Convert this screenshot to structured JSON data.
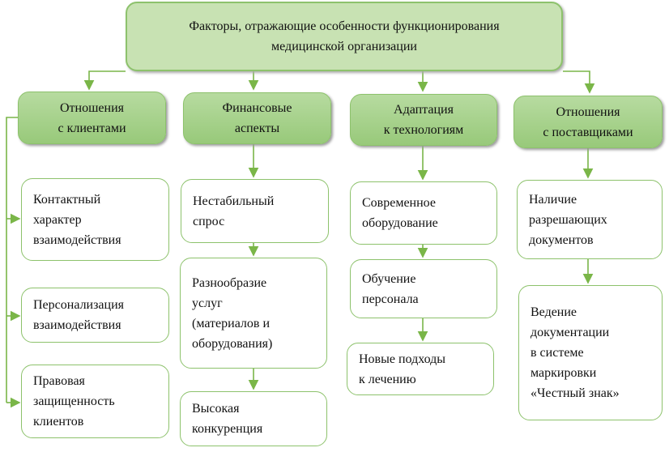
{
  "title": {
    "line1": "Факторы, отражающие  особенности функционирования",
    "line2": "медицинской организации"
  },
  "categories": [
    {
      "line1": "Отношения",
      "line2": "с клиентами",
      "items": [
        [
          "Контактный",
          "характер",
          "взаимодействия"
        ],
        [
          "Персонализация",
          "взаимодействия"
        ],
        [
          "Правовая",
          "защищенность",
          "клиентов"
        ]
      ]
    },
    {
      "line1": "Финансовые",
      "line2": "аспекты",
      "items": [
        [
          "Нестабильный",
          "спрос"
        ],
        [
          "Разнообразие",
          "услуг",
          "(материалов и",
          "оборудования)"
        ],
        [
          "Высокая",
          "конкуренция"
        ]
      ]
    },
    {
      "line1": "Адаптация",
      "line2": "к технологиям",
      "items": [
        [
          "Современное",
          "оборудование"
        ],
        [
          "Обучение",
          "персонала"
        ],
        [
          "Новые подходы",
          "к лечению"
        ]
      ]
    },
    {
      "line1": "Отношения",
      "line2": "с поставщиками",
      "items": [
        [
          "Наличие",
          "разрешающих",
          "документов"
        ],
        [
          "Ведение",
          "документации",
          "в системе",
          "маркировки",
          "«Честный знак»"
        ]
      ]
    }
  ],
  "colors": {
    "line": "#7ab648",
    "fill": "#c8e2b3"
  }
}
